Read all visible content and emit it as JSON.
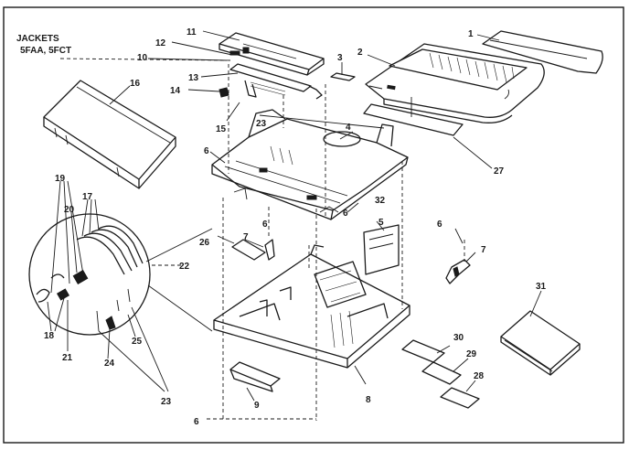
{
  "diagram": {
    "heading_line1": "JACKETS",
    "heading_line2": "5FAA, 5FCT",
    "callouts": {
      "c1": "1",
      "c2": "2",
      "c3": "3",
      "c4": "4",
      "c5": "5",
      "c6a": "6",
      "c6b": "6",
      "c6c": "6",
      "c6d": "6",
      "c6e": "6",
      "c7a": "7",
      "c7b": "7",
      "c8": "8",
      "c9": "9",
      "c10": "10",
      "c11": "11",
      "c12": "12",
      "c13": "13",
      "c14": "14",
      "c15": "15",
      "c16": "16",
      "c17": "17",
      "c18": "18",
      "c19": "19",
      "c20": "20",
      "c21": "21",
      "c22": "22",
      "c23a": "23",
      "c23b": "23",
      "c24": "24",
      "c25": "25",
      "c26": "26",
      "c27": "27",
      "c28": "28",
      "c29": "29",
      "c30": "30",
      "c31": "31",
      "c32": "32"
    }
  }
}
